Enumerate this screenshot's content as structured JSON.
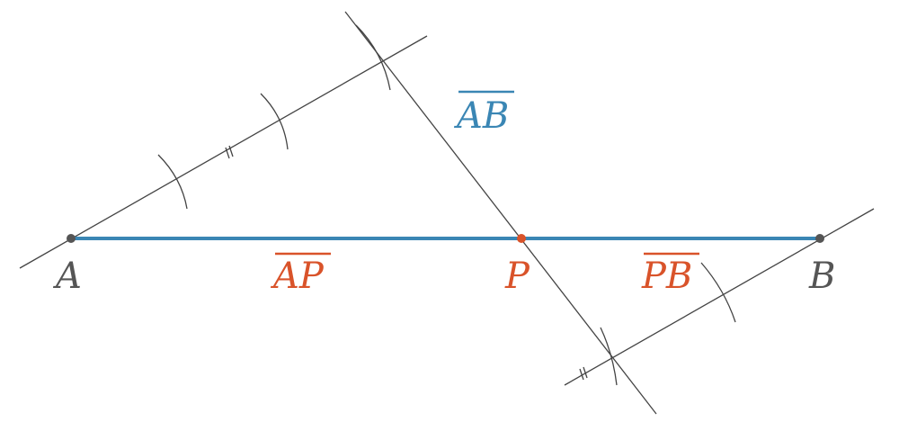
{
  "points": {
    "A": {
      "label": "A"
    },
    "P": {
      "label": "P"
    },
    "B": {
      "label": "B"
    }
  },
  "segments": {
    "AB": {
      "label": "AB"
    },
    "AP": {
      "label": "AP"
    },
    "PB": {
      "label": "PB"
    }
  },
  "colors": {
    "construction": "#444444",
    "segment": "#3a86b4",
    "highlight": "#d9532a",
    "point": "#555555"
  }
}
